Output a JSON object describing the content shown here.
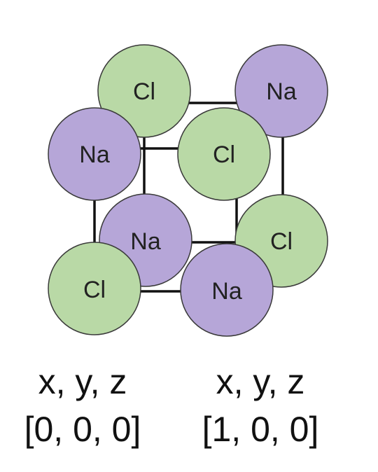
{
  "colors": {
    "cl_fill": "#b9d9a6",
    "na_fill": "#b6a6d8",
    "atom_stroke": "#3a3a3a",
    "bond": "#111111"
  },
  "atoms": {
    "back_top_left": {
      "element": "Cl",
      "label": "Cl"
    },
    "back_top_right": {
      "element": "Na",
      "label": "Na"
    },
    "front_top_left": {
      "element": "Na",
      "label": "Na"
    },
    "front_top_right": {
      "element": "Cl",
      "label": "Cl"
    },
    "back_bottom_left": {
      "element": "Na",
      "label": "Na"
    },
    "back_bottom_right": {
      "element": "Cl",
      "label": "Cl"
    },
    "front_bottom_left": {
      "element": "Cl",
      "label": "Cl"
    },
    "front_bottom_right": {
      "element": "Na",
      "label": "Na"
    }
  },
  "captions": {
    "left": {
      "axes": "x, y, z",
      "coords": "[0, 0, 0]"
    },
    "right": {
      "axes": "x, y, z",
      "coords": "[1, 0, 0]"
    }
  }
}
